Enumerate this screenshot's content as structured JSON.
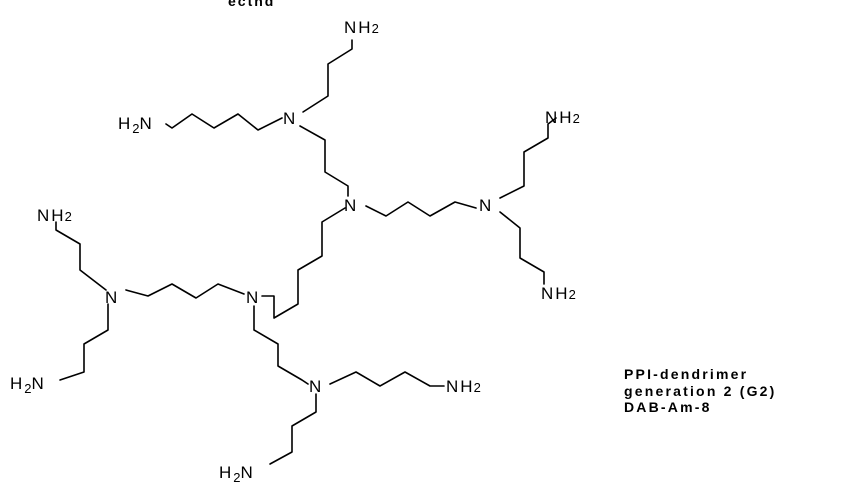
{
  "top_fragment": "ectnd",
  "atoms": {
    "nitrogen": "N",
    "amine_main": "NH",
    "amine_sub": "2",
    "amine_h": "H",
    "amine_n": "N"
  },
  "caption": {
    "line1": "PPI-dendrimer",
    "line2": "generation 2 (G2)",
    "line3": "DAB-Am-8"
  }
}
